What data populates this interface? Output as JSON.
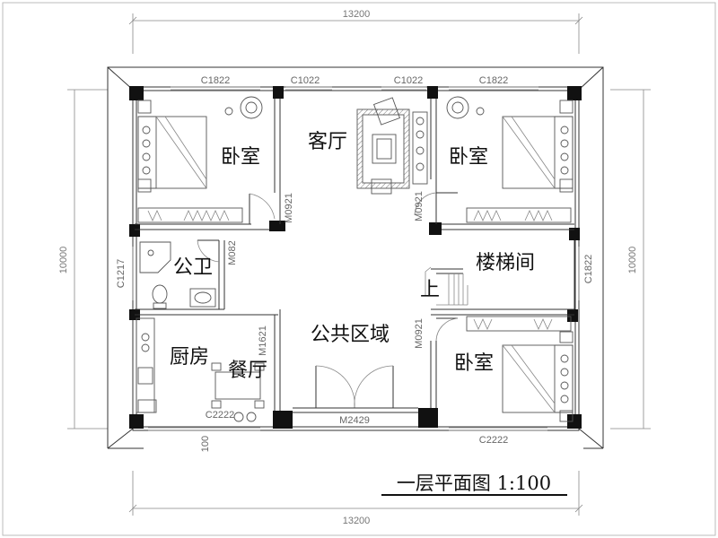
{
  "dimensions": {
    "top": "13200",
    "bottom": "13200",
    "left": "10000",
    "right": "10000",
    "small_bottom": "100"
  },
  "windows": {
    "top_left": "C1822",
    "top_mid_left": "C1022",
    "top_mid_right": "C1022",
    "top_right": "C1822",
    "left_side": "C1217",
    "right_side": "C1822",
    "bottom_right": "C2222",
    "bottom_left": "C2222"
  },
  "doors": {
    "bedroom_left": "M0921",
    "living_right": "M0921",
    "bathroom": "M082",
    "dining": "M1621",
    "stair_bedroom": "M0921",
    "entrance": "M2429"
  },
  "rooms": {
    "bedroom_top_left": "卧室",
    "living_room": "客厅",
    "bedroom_top_right": "卧室",
    "bathroom": "公卫",
    "stairwell": "楼梯间",
    "stair_up": "上",
    "public_area": "公共区域",
    "kitchen": "厨房",
    "dining": "餐厅",
    "bedroom_bottom_right": "卧室"
  },
  "title": "一层平面图 1:100"
}
